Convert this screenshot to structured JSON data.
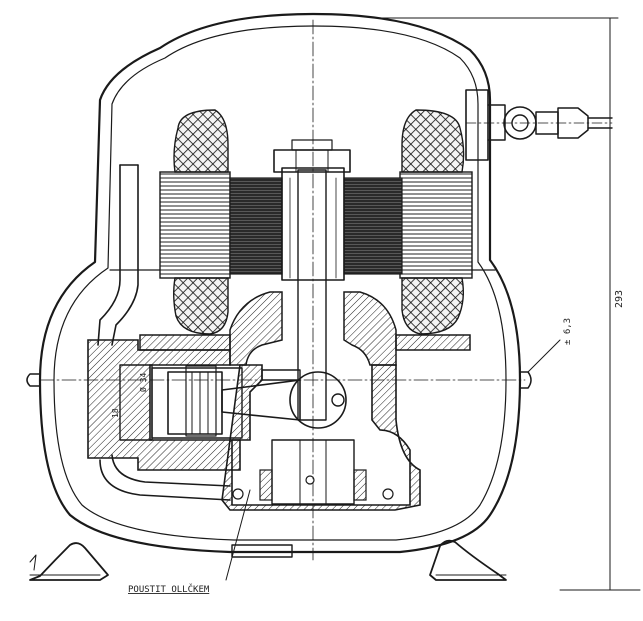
{
  "drawing": {
    "dimension_height": "293",
    "dimension_small": "± 6,3",
    "bore_label": "Ø 34",
    "small_label": "18",
    "footer_note": "POUSTIT OLLČKEM"
  },
  "icons": {
    "flag": "arrow-mark-icon"
  }
}
